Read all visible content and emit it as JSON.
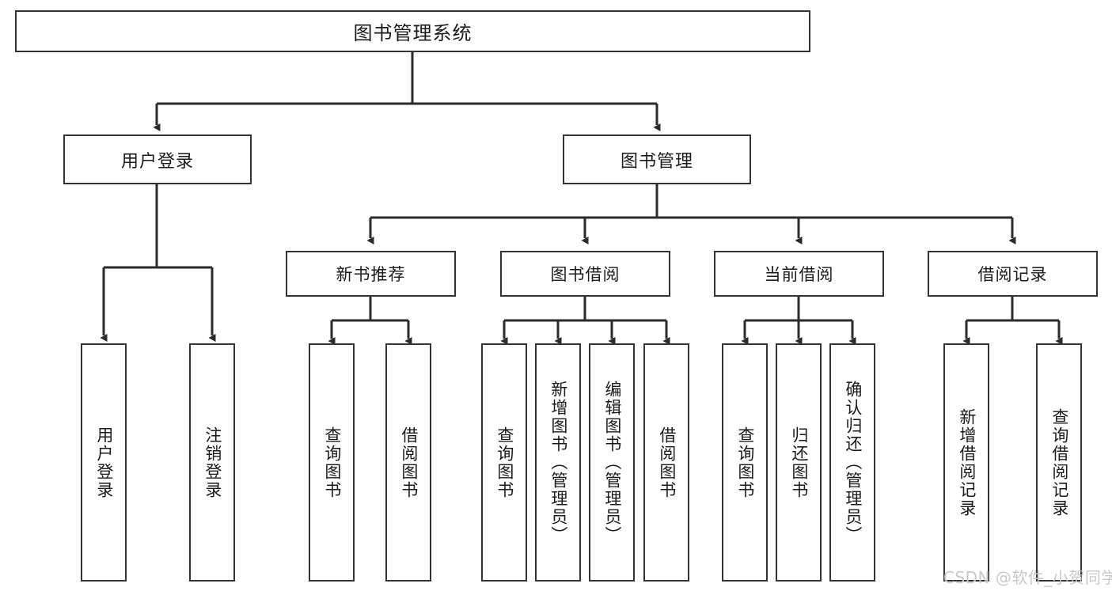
{
  "diagram": {
    "title": "图书管理系统",
    "type": "tree-hierarchy-diagram",
    "watermark": "CSDN @软件_小贺同学",
    "colors": {
      "border": "#333333",
      "background": "#ffffff",
      "text": "#1a1a1a",
      "watermark": "#c9c9c9"
    },
    "root": {
      "label": "图书管理系统"
    },
    "level2": [
      {
        "label": "用户登录"
      },
      {
        "label": "图书管理"
      }
    ],
    "level3": [
      {
        "label": "新书推荐"
      },
      {
        "label": "图书借阅"
      },
      {
        "label": "当前借阅"
      },
      {
        "label": "借阅记录"
      }
    ],
    "leaves": {
      "user_login": [
        {
          "label": "用户登录"
        },
        {
          "label": "注销登录"
        }
      ],
      "new_book_recommend": [
        {
          "label": "查询图书"
        },
        {
          "label": "借阅图书"
        }
      ],
      "book_borrow": [
        {
          "label": "查询图书"
        },
        {
          "label": "新增图书（管理员）"
        },
        {
          "label": "编辑图书（管理员）"
        },
        {
          "label": "借阅图书"
        }
      ],
      "current_borrow": [
        {
          "label": "查询图书"
        },
        {
          "label": "归还图书"
        },
        {
          "label": "确认归还（管理员）"
        }
      ],
      "borrow_record": [
        {
          "label": "新增借阅记录"
        },
        {
          "label": "查询借阅记录"
        }
      ]
    }
  }
}
